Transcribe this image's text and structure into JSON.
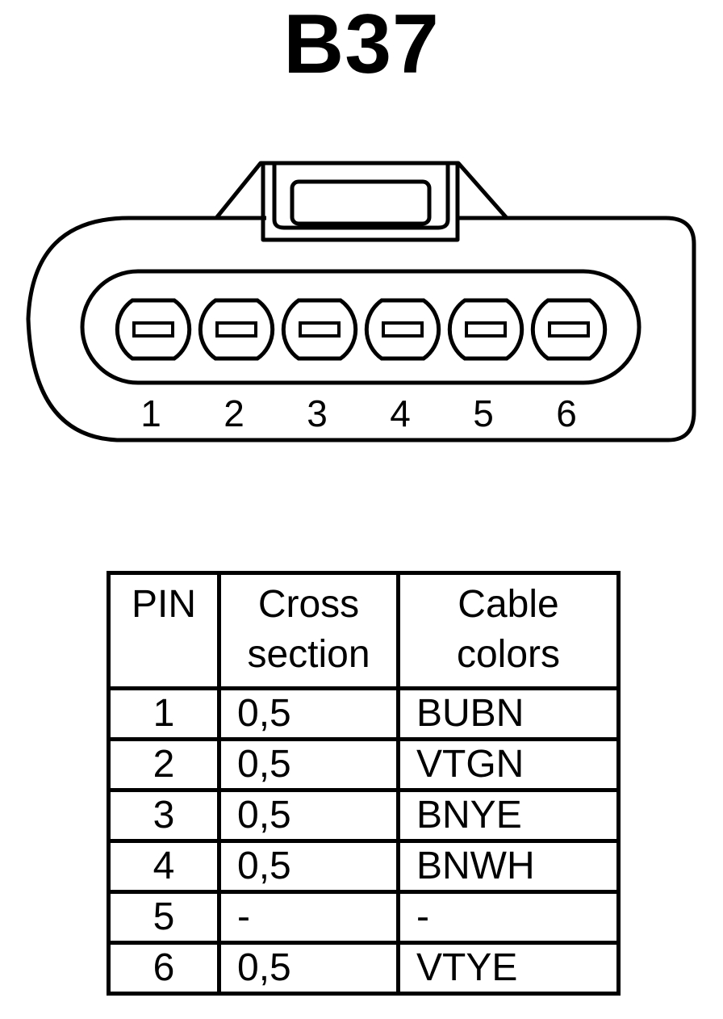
{
  "title": "B37",
  "connector": {
    "pin_labels": [
      "1",
      "2",
      "3",
      "4",
      "5",
      "6"
    ]
  },
  "table": {
    "headers": {
      "pin": "PIN",
      "cross_section": [
        "Cross",
        "section"
      ],
      "cable_colors": [
        "Cable",
        "colors"
      ]
    },
    "rows": [
      {
        "pin": "1",
        "cross_section": "0,5",
        "cable_color": "BUBN"
      },
      {
        "pin": "2",
        "cross_section": "0,5",
        "cable_color": "VTGN"
      },
      {
        "pin": "3",
        "cross_section": "0,5",
        "cable_color": "BNYE"
      },
      {
        "pin": "4",
        "cross_section": "0,5",
        "cable_color": "BNWH"
      },
      {
        "pin": "5",
        "cross_section": "-",
        "cable_color": "-"
      },
      {
        "pin": "6",
        "cross_section": "0,5",
        "cable_color": "VTYE"
      }
    ]
  }
}
